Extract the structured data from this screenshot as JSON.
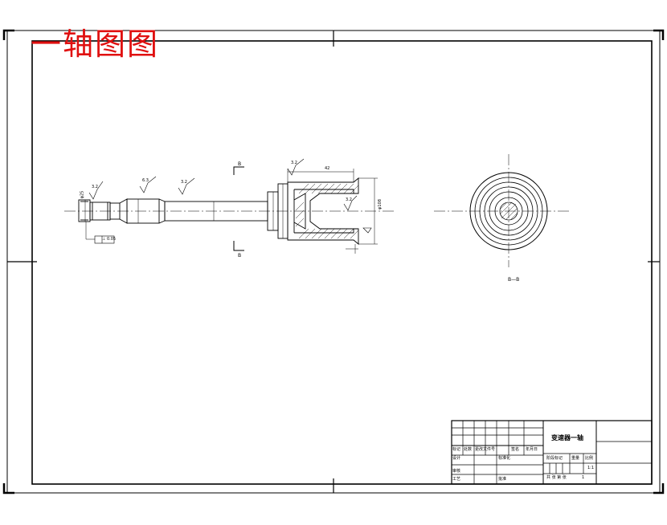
{
  "drawing_title": "一轴图图",
  "section_marker": "B",
  "section_view_label": "B—B",
  "title_block": {
    "part_name": "变速器一轴",
    "header_row": [
      "标记",
      "处数",
      "更改文件号",
      "签名",
      "年月日"
    ],
    "design": "设计",
    "standardize": "标准化",
    "stage_mark": "阶段标记",
    "weight": "重量",
    "scale": "比例",
    "scale_value": "1:1",
    "review": "审核",
    "process": "工艺",
    "approve": "批准",
    "sheets": "共  张  第  张",
    "sheet_no": "1"
  },
  "dimensions": {
    "length_top": "42",
    "flange_dia": "φ108",
    "left_end": "φ25",
    "tolerance_frame": "⊥ 0.05",
    "roughness": [
      "3.2",
      "6.3",
      "3.2",
      "3.2",
      "3.2"
    ]
  }
}
